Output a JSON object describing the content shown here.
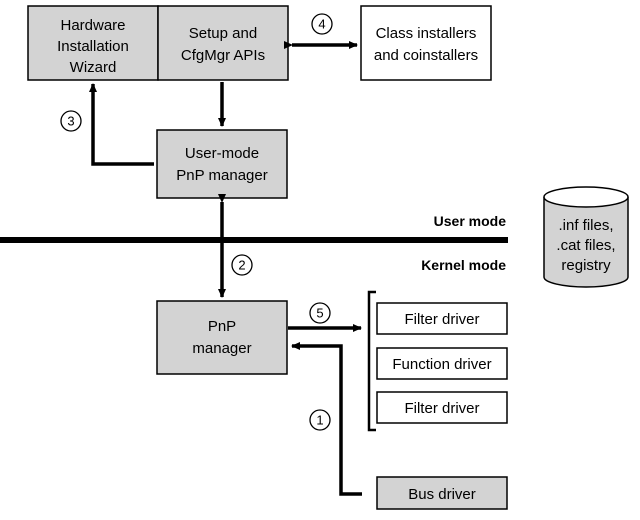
{
  "boxes": {
    "hardware_wizard": [
      "Hardware",
      "Installation",
      "Wizard"
    ],
    "setup_apis": [
      "Setup and",
      "CfgMgr APIs"
    ],
    "class_installers": [
      "Class installers",
      "and coinstallers"
    ],
    "user_mode_pnp": [
      "User-mode",
      "PnP manager"
    ],
    "kernel_pnp": [
      "PnP",
      "manager"
    ],
    "filter_driver_top": [
      "Filter driver"
    ],
    "function_driver": [
      "Function driver"
    ],
    "filter_driver_bottom": [
      "Filter driver"
    ],
    "bus_driver": [
      "Bus driver"
    ]
  },
  "database": [
    "",
    ".inf files,",
    ".cat files,",
    "registry"
  ],
  "modes": {
    "user": "User mode",
    "kernel": "Kernel mode"
  },
  "steps": {
    "s1": "1",
    "s2": "2",
    "s3": "3",
    "s4": "4",
    "s5": "5"
  }
}
